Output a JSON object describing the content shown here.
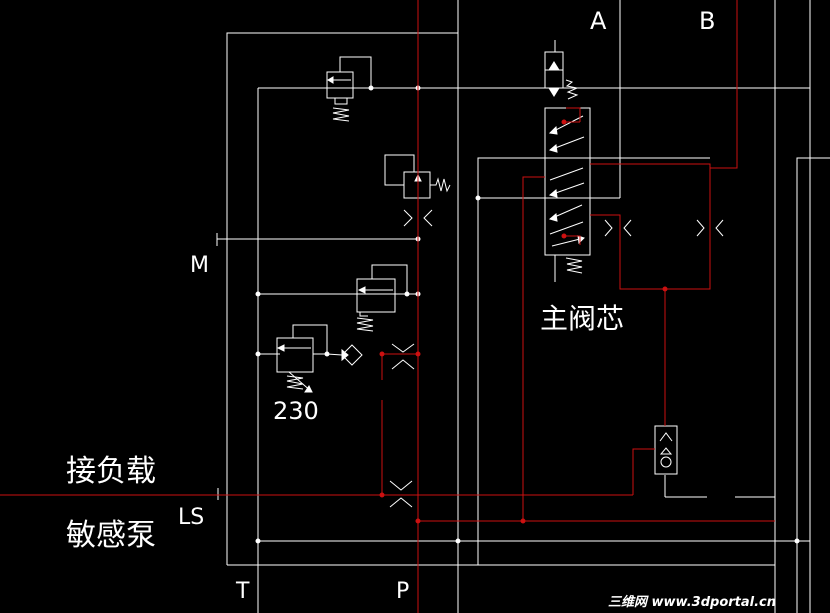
{
  "labels": {
    "port_a": "A",
    "port_b": "B",
    "port_m": "M",
    "port_ls": "LS",
    "port_t": "T",
    "port_p": "P",
    "pressure_setting": "230",
    "main_spool": "主阀芯",
    "note_line1": "接负载",
    "note_line2": "敏感泵"
  },
  "watermark": "三维网 www.3dportal.cn",
  "colors": {
    "background": "#000000",
    "line": "#ffffff",
    "pilot": "#cc1111"
  }
}
